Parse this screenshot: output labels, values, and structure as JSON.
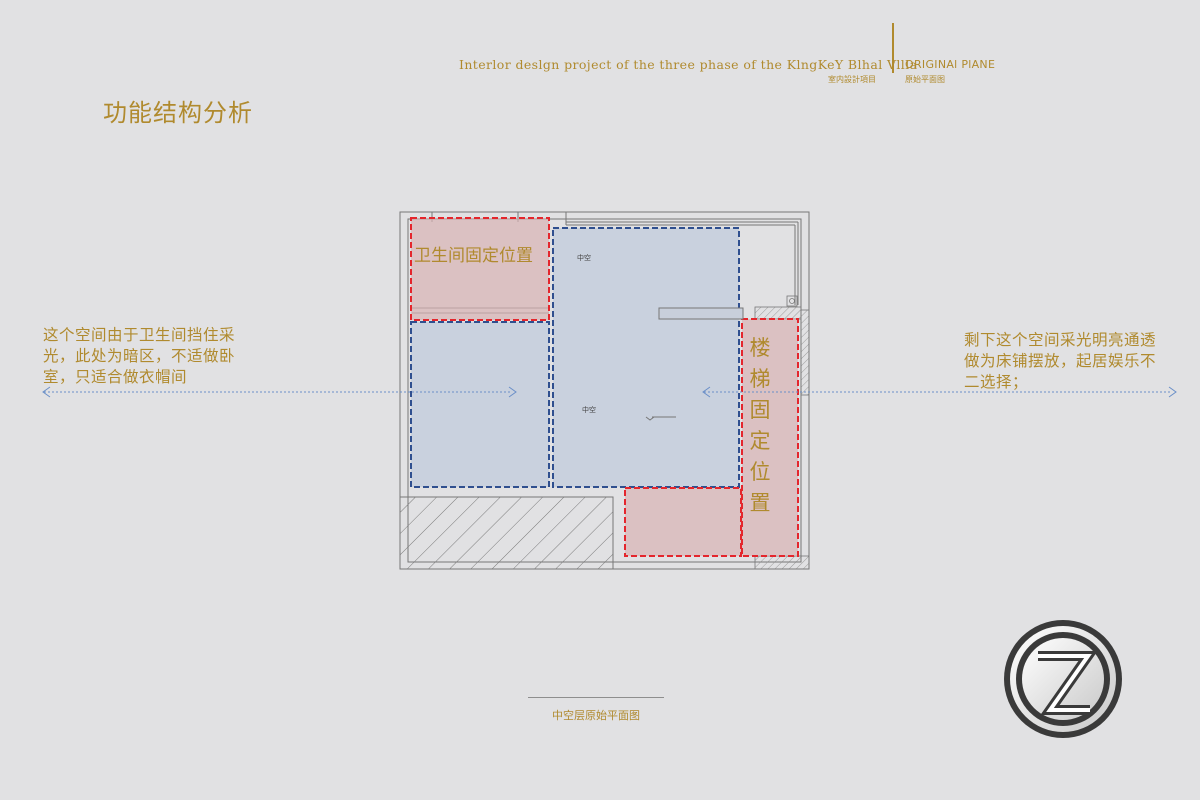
{
  "header": {
    "project_en": "Interlor deslgn project of the three phase of the KlngKeY Blhal Vllla",
    "project_cn": "室内設計項目",
    "section_en": "ORIGINAl PlANE",
    "section_cn": "原始平面图"
  },
  "page_title": "功能结构分析",
  "notes": {
    "left": "这个空间由于卫生间挡住采光，此处为暗区，不适做卧室，只适合做衣帽间",
    "right": "剩下这个空间采光明亮通透做为床铺摆放，起居娱乐不二选择；"
  },
  "plan": {
    "room_label_1": "中空",
    "room_label_2": "中空",
    "bathroom_zone": "卫生间固定位置",
    "stair_zone": "楼梯固定位置",
    "caption": "中空层原始平面图"
  },
  "colors": {
    "accent_gold": "#b08a2e",
    "zone_red": "#e4262c",
    "zone_blue": "#2f4f8f",
    "arrow_blue": "#6a8fc8",
    "background": "#e1e1e3"
  },
  "icons": {
    "logo": "z-circle-logo",
    "arrow": "double-headed-dashed-arrow"
  }
}
